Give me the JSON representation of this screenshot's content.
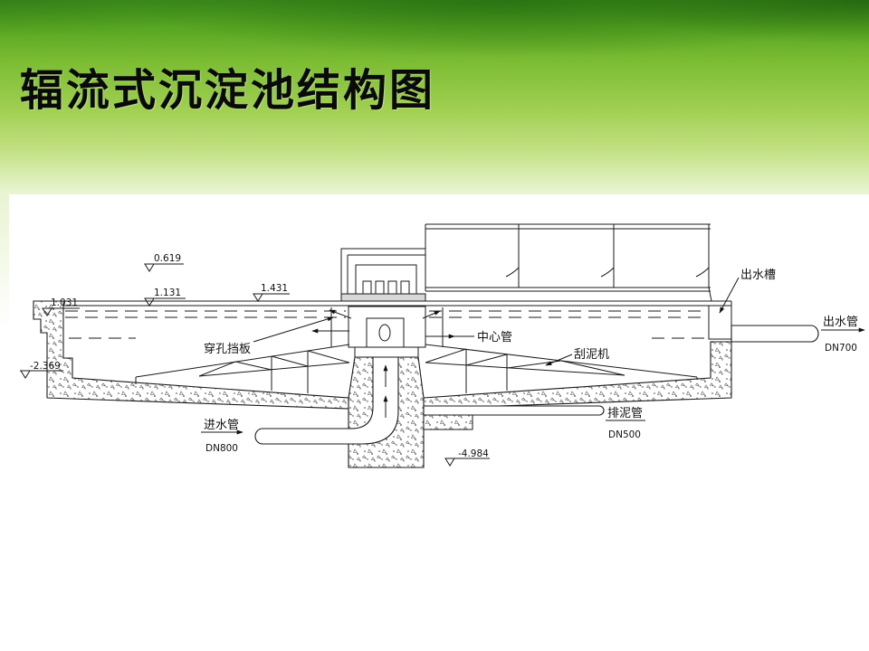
{
  "slide": {
    "title": "辐流式沉淀池结构图"
  },
  "diagram": {
    "elevations": {
      "e0619": "0.619",
      "e1031": "1.031",
      "e1131": "1.131",
      "e1431": "1.431",
      "e_neg2369": "-2.369",
      "e_neg4984": "-4.984"
    },
    "labels": {
      "perforated_baffle": "穿孔挡板",
      "center_pipe": "中心管",
      "scraper": "刮泥机",
      "outlet_trough": "出水槽",
      "outlet_pipe": "出水管",
      "outlet_pipe_size": "DN700",
      "inlet_pipe": "进水管",
      "inlet_pipe_size": "DN800",
      "sludge_pipe": "排泥管",
      "sludge_pipe_size": "DN500"
    }
  },
  "colors": {
    "banner_dark": "#3c8b1b",
    "banner_mid": "#7dbd34",
    "banner_light": "#c3e184",
    "drawing_line": "#1a1a1a"
  }
}
